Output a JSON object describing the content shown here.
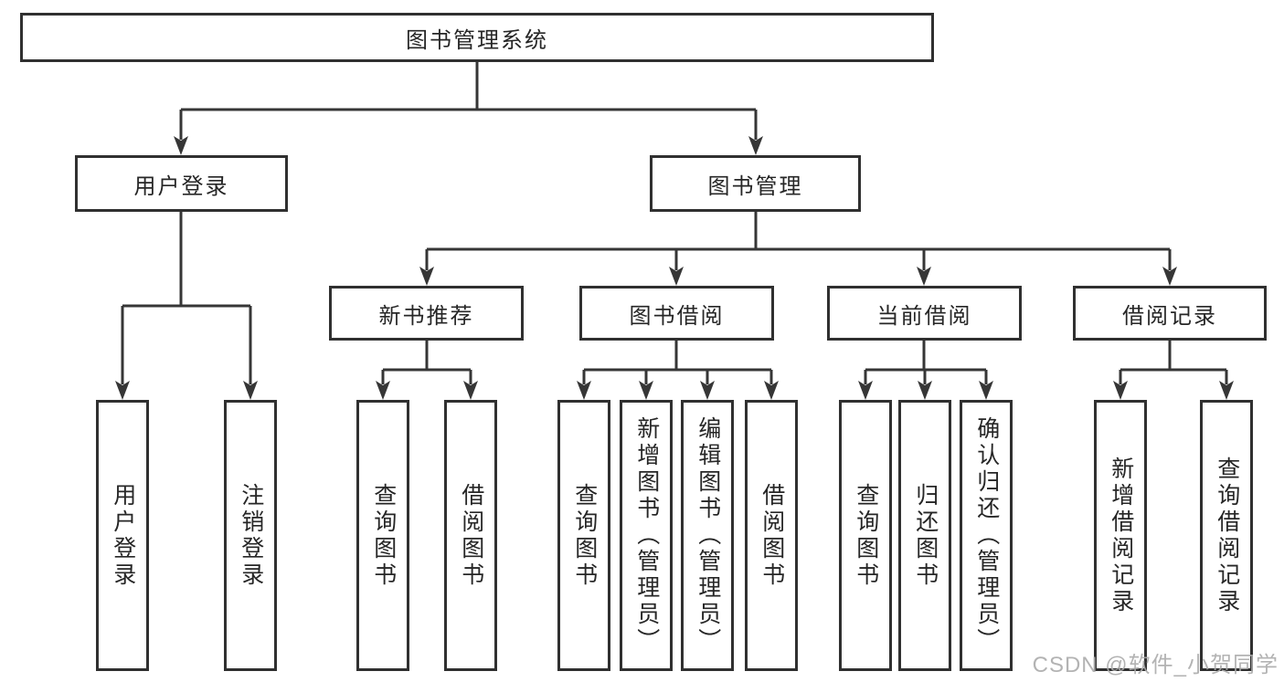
{
  "tree": {
    "root": {
      "label": "图书管理系统"
    },
    "branches": [
      {
        "label": "用户登录",
        "children": [
          {
            "label": "用户登录"
          },
          {
            "label": "注销登录"
          }
        ]
      },
      {
        "label": "图书管理",
        "children": [
          {
            "label": "新书推荐",
            "children": [
              {
                "label": "查询图书"
              },
              {
                "label": "借阅图书"
              }
            ]
          },
          {
            "label": "图书借阅",
            "children": [
              {
                "label": "查询图书"
              },
              {
                "label": "新增图书（管理员）"
              },
              {
                "label": "编辑图书（管理员）"
              },
              {
                "label": "借阅图书"
              }
            ]
          },
          {
            "label": "当前借阅",
            "children": [
              {
                "label": "查询图书"
              },
              {
                "label": "归还图书"
              },
              {
                "label": "确认归还（管理员）"
              }
            ]
          },
          {
            "label": "借阅记录",
            "children": [
              {
                "label": "新增借阅记录"
              },
              {
                "label": "查询借阅记录"
              }
            ]
          }
        ]
      }
    ]
  },
  "watermark": {
    "text": "CSDN @软件_小贺同学"
  },
  "colors": {
    "line": "#363636",
    "box_border": "#303030",
    "text": "#262626",
    "watermark": "#ababab",
    "background": "#ffffff"
  }
}
